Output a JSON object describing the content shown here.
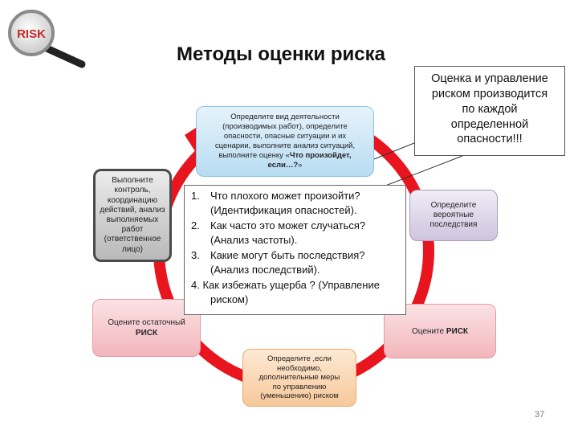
{
  "title": "Методы оценки риска",
  "logo": {
    "text": "RISK"
  },
  "callout": {
    "lines": [
      "Оценка и управление",
      "риском производится",
      "по каждой",
      "определенной",
      "опасности!!!"
    ]
  },
  "cycle": {
    "box_top": {
      "lines": [
        "Определите вид деятельности",
        "(производимых работ), определите",
        "опасности, опасные ситуации и их",
        "сценарии, выполните анализ ситуаций,"
      ],
      "last_prefix": "выполните оценку «",
      "bold": "Что произойдет, если…?",
      "last_suffix": "»"
    },
    "box_left": {
      "lines": [
        "Выполните",
        "контроль,",
        "координацию",
        "действий, анализ",
        "выполняемых",
        "работ",
        "(ответственное",
        "лицо)"
      ]
    },
    "box_right": {
      "lines": [
        "Определите",
        "вероятные",
        "последствия"
      ]
    },
    "box_bottom_left": {
      "line1": "Оцените остаточный",
      "line2": "РИСК"
    },
    "box_bottom_right": {
      "prefix": "Оцените ",
      "bold": "РИСК"
    },
    "box_bottom": {
      "lines": [
        "Определите ,если",
        "необходимо,",
        "дополнительные меры",
        "по управлению",
        "(уменьшению) риском"
      ]
    }
  },
  "list": {
    "items": [
      {
        "num": "1.",
        "line1": "Что плохого может произойти?",
        "line2": "(Идентификация опасностей)."
      },
      {
        "num": "2.",
        "line1": "Как часто это может случаться?",
        "line2": "(Анализ частоты)."
      },
      {
        "num": "3.",
        "line1": "Какие могут быть последствия?",
        "line2": "(Анализ последствий)."
      }
    ],
    "item4_line1": "4. Как избежать ущерба ? (Управление",
    "item4_line2": "риском)"
  },
  "page_number": "37",
  "colors": {
    "cycle_red": "#e8141e",
    "accent": "#d32f2f"
  }
}
